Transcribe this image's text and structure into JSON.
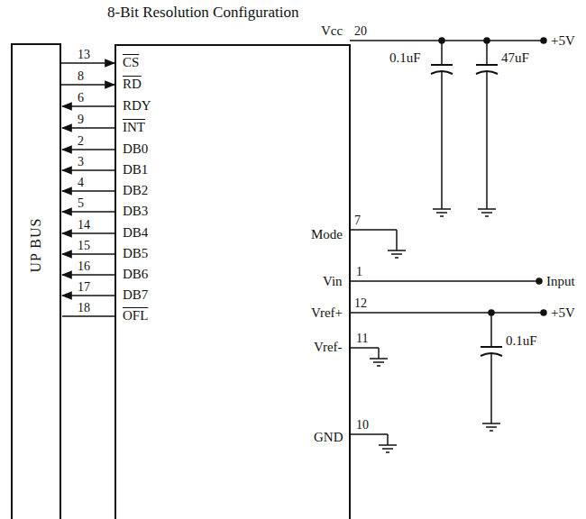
{
  "diagram": {
    "title": "8-Bit Resolution Configuration",
    "nodes": [
      {
        "text": [
          "UP BUS"
        ]
      }
    ],
    "labels": [
      "13",
      "CS",
      "8",
      "RD",
      "6",
      "RDY",
      "9",
      "INT",
      "2",
      "DB0",
      "3",
      "DB1",
      "4",
      "DB2",
      "5",
      "DB3",
      "14",
      "DB4",
      "15",
      "DB5",
      "16",
      "DB6",
      "17",
      "DB7",
      "18",
      "OFL",
      "Vcc",
      "20",
      "0.1uF",
      "47uF",
      "+5V",
      "Mode",
      "7",
      "Vin",
      "1",
      "Input",
      "Vref+",
      "12",
      "+5V",
      "Vref-",
      "11",
      "0.1uF",
      "GND",
      "10"
    ]
  }
}
